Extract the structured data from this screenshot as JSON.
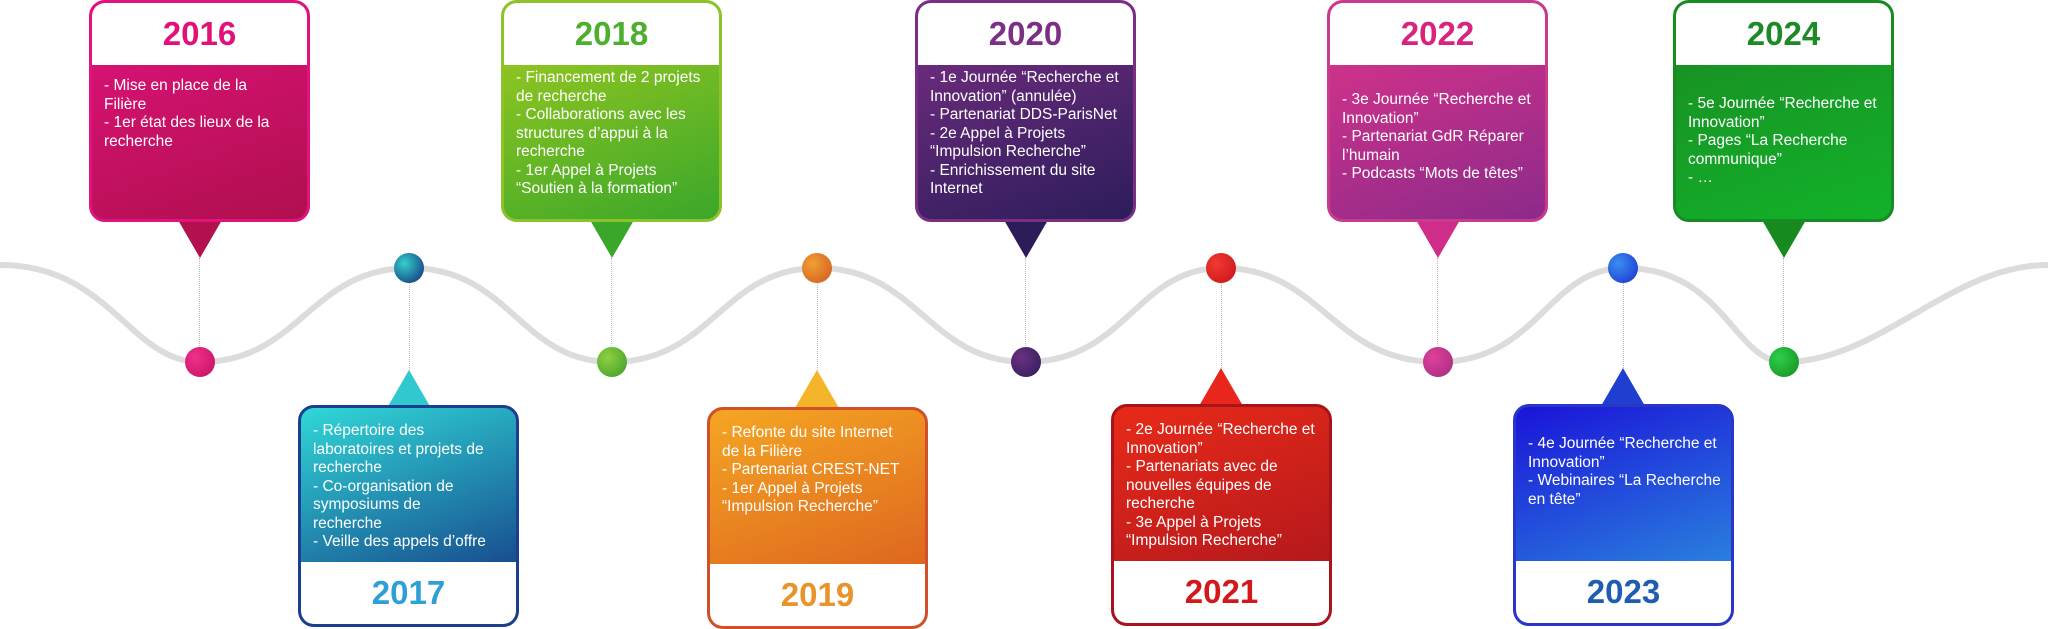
{
  "colors": {
    "y2016": "#e2117a",
    "y2017": "#2e9fd8",
    "y2018": "#4caf2e",
    "y2019": "#e8942a",
    "y2020": "#7b2f85",
    "y2021": "#d3181c",
    "y2022": "#d8247f",
    "y2023": "#1f5db0",
    "y2024": "#1e8a25",
    "wave": "#dcdcdc"
  },
  "milestones": [
    {
      "year": "2016",
      "text": "- Mise en place de la\nFilière\n- 1er état des lieux de la\nrecherche"
    },
    {
      "year": "2017",
      "text": "- Répertoire des\nlaboratoires et projets de\nrecherche\n- Co-organisation de\nsymposiums de\nrecherche\n- Veille des appels d’offre"
    },
    {
      "year": "2018",
      "text": "- Financement de 2 projets\nde recherche\n- Collaborations avec les\nstructures d’appui à la\nrecherche\n- 1er Appel à Projets\n“Soutien à la formation”"
    },
    {
      "year": "2019",
      "text": "- Refonte du site Internet\nde la Filière\n- Partenariat CREST-NET\n- 1er Appel à Projets\n“Impulsion Recherche”"
    },
    {
      "year": "2020",
      "text": "- 1e Journée “Recherche et\nInnovation” (annulée)\n- Partenariat DDS-ParisNet\n- 2e Appel à Projets\n“Impulsion Recherche”\n- Enrichissement du site\nInternet"
    },
    {
      "year": "2021",
      "text": "- 2e Journée “Recherche et\nInnovation”\n- Partenariats avec de\nnouvelles équipes de\nrecherche\n- 3e Appel à Projets\n“Impulsion Recherche”"
    },
    {
      "year": "2022",
      "text": "- 3e Journée “Recherche et\nInnovation”\n- Partenariat GdR Réparer\nl’humain\n- Podcasts “Mots de têtes”"
    },
    {
      "year": "2023",
      "text": "- 4e Journée “Recherche et\nInnovation”\n- Webinaires “La Recherche\nen tête”"
    },
    {
      "year": "2024",
      "text": "- 5e Journée “Recherche et\nInnovation”\n- Pages “La Recherche\n   communique”\n- …"
    }
  ]
}
